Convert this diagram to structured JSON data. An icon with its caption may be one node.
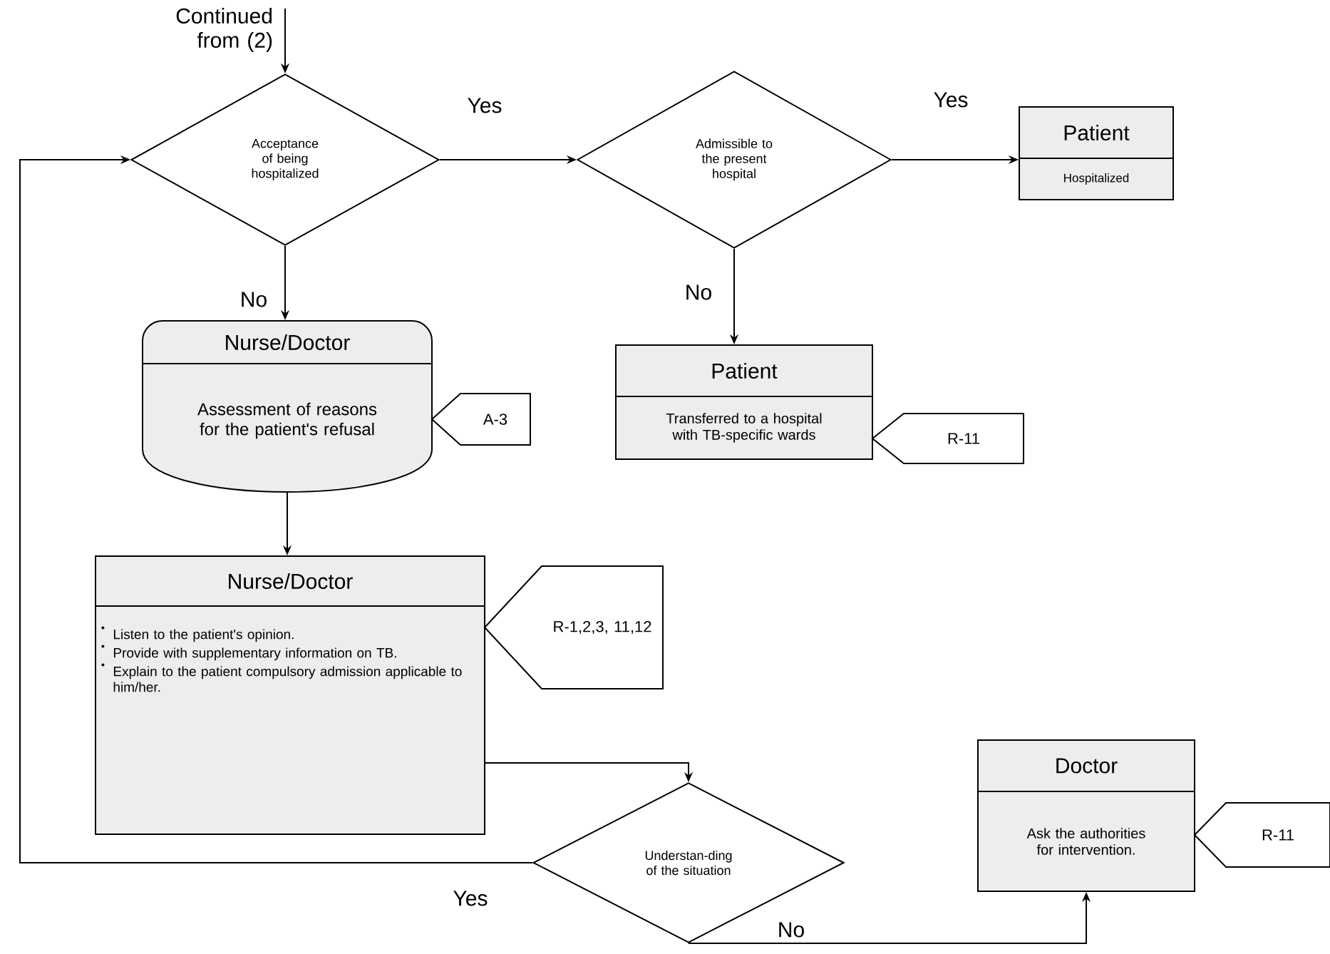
{
  "diagram": {
    "nodes": [
      {
        "text": [
          "Continued from (2)"
        ]
      },
      {
        "text": [
          "Acceptance of being hospitalized"
        ]
      },
      {
        "text": [
          "Admissible to the present hospital"
        ]
      },
      {
        "text": [
          "Patient",
          "Hospitalized"
        ]
      },
      {
        "text": [
          "Patient",
          "Transferred to a hospital with TB-specific wards"
        ]
      },
      {
        "text": [
          "R-11"
        ]
      },
      {
        "text": [
          "Nurse/Doctor",
          "Assessment of reasons for the patient's refusal"
        ]
      },
      {
        "text": [
          "A-3"
        ]
      },
      {
        "text": [
          "Nurse/Doctor",
          "Listen to the patient's opinion.",
          "Provide with supplementary information on TB.",
          "Explain to the patient compulsory admission applicable to him/her."
        ]
      },
      {
        "text": [
          "R-1,2,3, 11,12"
        ]
      },
      {
        "text": [
          "Understan-ding of the situation"
        ]
      },
      {
        "text": [
          "Doctor",
          "Ask the authorities for intervention."
        ]
      },
      {
        "text": [
          "R-11"
        ]
      }
    ],
    "edges": [
      {
        "from": 0,
        "to": 1,
        "arrow": "to"
      },
      {
        "from": 1,
        "to": 2,
        "arrow": "to",
        "label": "Yes"
      },
      {
        "from": 2,
        "to": 3,
        "arrow": "to",
        "label": "Yes"
      },
      {
        "from": 2,
        "to": 4,
        "arrow": "to",
        "label": "No"
      },
      {
        "from": 1,
        "to": 6,
        "arrow": "to",
        "label": "No"
      },
      {
        "from": 6,
        "to": 8,
        "arrow": "to"
      },
      {
        "from": 8,
        "to": 10,
        "arrow": "to"
      },
      {
        "from": 10,
        "to": 1,
        "arrow": "to",
        "label": "Yes"
      },
      {
        "from": 10,
        "to": 11,
        "arrow": "to",
        "label": "No"
      }
    ]
  }
}
